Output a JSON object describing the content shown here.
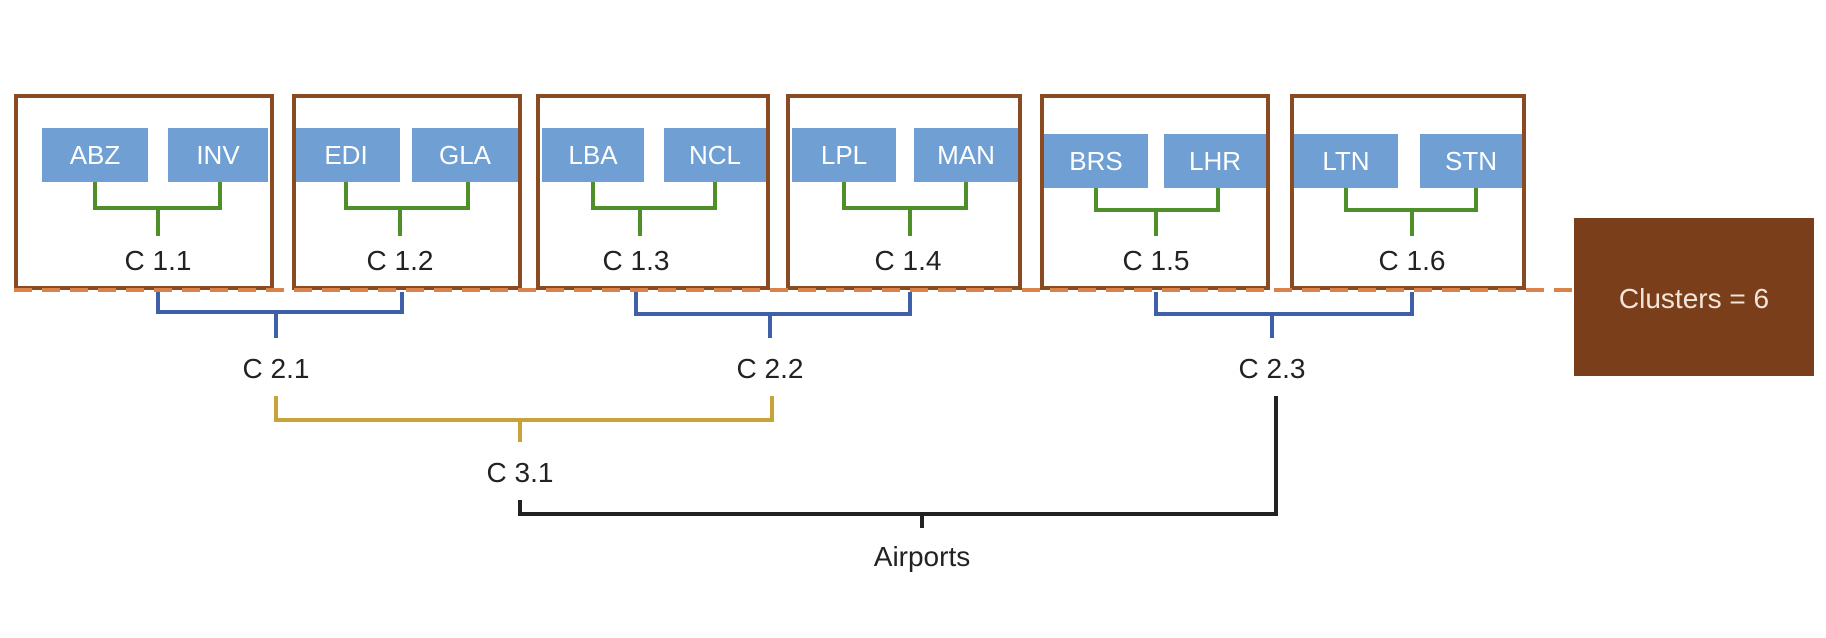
{
  "colors": {
    "airport_fill": "#6f9fd3",
    "cluster_frame": "#8a4a22",
    "level1_link": "#4f8f2a",
    "level2_link": "#3f5fa8",
    "level3_link": "#c8a23a",
    "root_link": "#222222",
    "cut_line": "#d9824a",
    "badge_fill": "#7a3f1a"
  },
  "level1_clusters": [
    {
      "label": "C 1.1",
      "airports": [
        "ABZ",
        "INV"
      ]
    },
    {
      "label": "C 1.2",
      "airports": [
        "EDI",
        "GLA"
      ]
    },
    {
      "label": "C 1.3",
      "airports": [
        "LBA",
        "NCL"
      ]
    },
    {
      "label": "C 1.4",
      "airports": [
        "LPL",
        "MAN"
      ]
    },
    {
      "label": "C 1.5",
      "airports": [
        "BRS",
        "LHR"
      ]
    },
    {
      "label": "C 1.6",
      "airports": [
        "LTN",
        "STN"
      ]
    }
  ],
  "level2_clusters": [
    {
      "label": "C 2.1",
      "children": [
        "C 1.1",
        "C 1.2"
      ]
    },
    {
      "label": "C 2.2",
      "children": [
        "C 1.3",
        "C 1.4"
      ]
    },
    {
      "label": "C 2.3",
      "children": [
        "C 1.5",
        "C 1.6"
      ]
    }
  ],
  "level3_clusters": [
    {
      "label": "C 3.1",
      "children": [
        "C 2.1",
        "C 2.2"
      ]
    }
  ],
  "root": {
    "label": "Airports",
    "children": [
      "C 3.1",
      "C 2.3"
    ]
  },
  "cut_badge": {
    "label": "Clusters = 6"
  }
}
